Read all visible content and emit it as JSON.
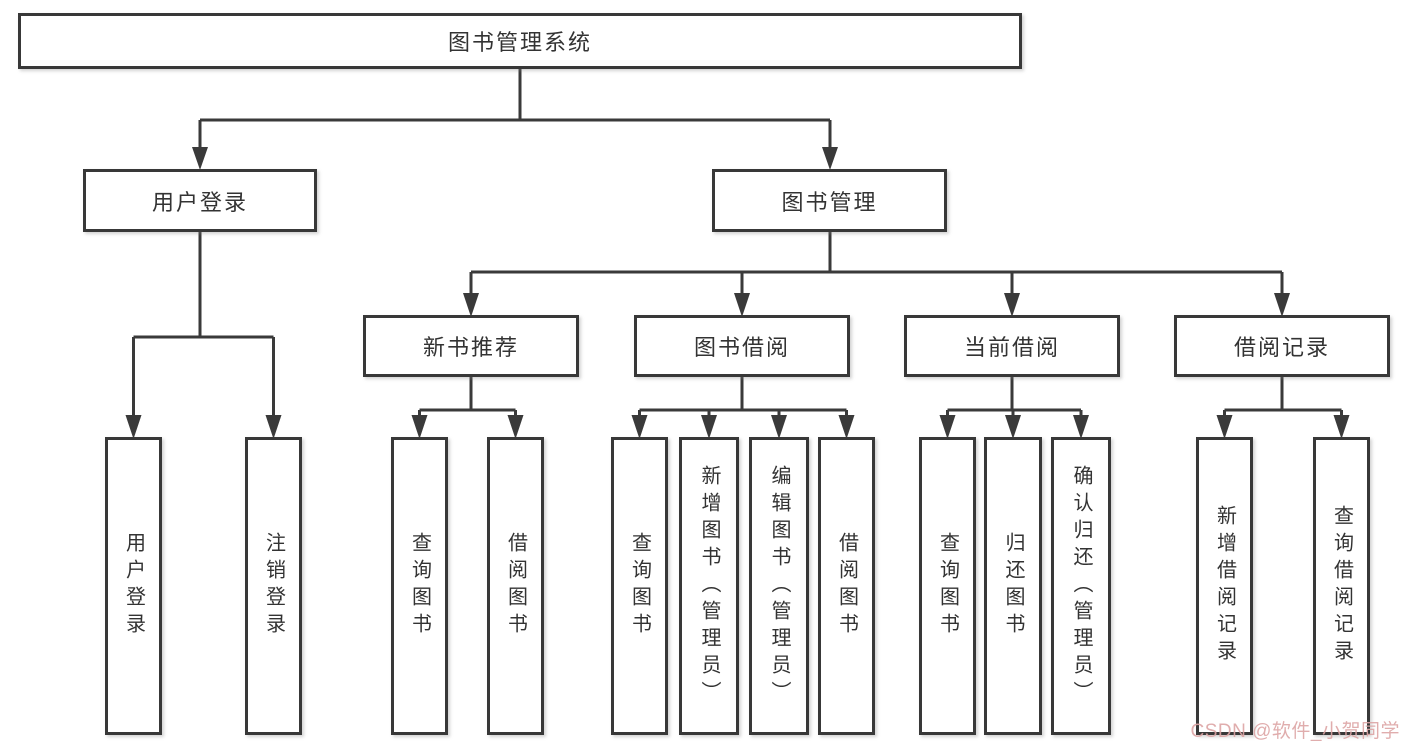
{
  "colors": {
    "line": "#3a3a3a",
    "box_border": "#383838",
    "box_fill": "#ffffff",
    "text": "#333333",
    "watermark": "#dda5a5",
    "background": "#ffffff"
  },
  "nodes": {
    "root": "图书管理系统",
    "login_group": "用户登录",
    "book_mgmt": "图书管理",
    "new_book_rec": "新书推荐",
    "book_borrow": "图书借阅",
    "current_borrow": "当前借阅",
    "borrow_record": "借阅记录",
    "leaf_user_login": "用户登录",
    "leaf_logout": "注销登录",
    "leaf_query_book_rec": "查询图书",
    "leaf_borrow_book_rec": "借阅图书",
    "leaf_query_book_borrow": "查询图书",
    "leaf_add_book_admin": "新增图书（管理员）",
    "leaf_edit_book_admin": "编辑图书（管理员）",
    "leaf_borrow_book_borrow": "借阅图书",
    "leaf_query_book_current": "查询图书",
    "leaf_return_book": "归还图书",
    "leaf_confirm_return_admin": "确认归还（管理员）",
    "leaf_add_borrow_record": "新增借阅记录",
    "leaf_query_borrow_record": "查询借阅记录"
  },
  "watermark": {
    "text": "CSDN @软件_小贺同学"
  }
}
